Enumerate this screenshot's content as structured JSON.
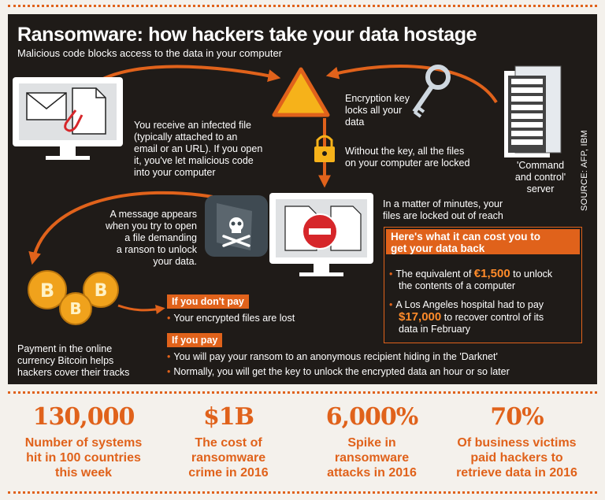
{
  "title": "Ransomware: how hackers take your data hostage",
  "subtitle": "Malicious code blocks access to the data in your computer",
  "source": "SOURCE: AFP, IBM",
  "steps": {
    "infected_file": [
      "You receive an infected file",
      "(typically attached to an",
      "email or an URL). If you open",
      "it, you've let malicious code",
      "into your computer"
    ],
    "encryption_key": [
      "Encryption key",
      "locks all your",
      "data"
    ],
    "without_key": [
      "Without the key, all the files",
      "on your computer are locked"
    ],
    "server": [
      "'Command",
      "and control'",
      "server"
    ],
    "message": [
      "A message appears",
      "when you try to open",
      "a file demanding",
      "a ranson to unlock",
      "your data."
    ],
    "locked": [
      "In a matter of minutes, your",
      "files are locked out of reach"
    ],
    "bitcoin": [
      "Payment in the online",
      "currency Bitcoin helps",
      "hackers cover their tracks"
    ]
  },
  "cost": {
    "header": [
      "Here's what it can cost you to",
      "get your data back"
    ],
    "item1_pre": "The equivalent of",
    "item1_amount": "€1,500",
    "item1_post": "to unlock",
    "item1_line2": "the contents of a computer",
    "item2_line1": "A Los Angeles hospital had to pay",
    "item2_amount": "$17,000",
    "item2_post": "to recover control of its",
    "item2_line3": "data in February"
  },
  "dont_pay": {
    "label": "If you don't pay",
    "item": "Your encrypted files are lost"
  },
  "pay": {
    "label": "If you pay",
    "items": [
      "You will pay your ransom to an anonymous recipient hiding in the 'Darknet'",
      "Normally, you will get the key to unlock the encrypted data an hour or so later"
    ]
  },
  "stats": [
    {
      "number": "130,000",
      "label": [
        "Number of systems",
        "hit in 100 countries",
        "this week"
      ]
    },
    {
      "number": "$1B",
      "label": [
        "The cost of",
        "ransomware",
        "crime in 2016"
      ]
    },
    {
      "number": "6,000%",
      "label": [
        "Spike in",
        "ransomware",
        "attacks in 2016"
      ]
    },
    {
      "number": "70%",
      "label": [
        "Of business victims",
        "paid hackers to",
        "retrieve data in 2016"
      ]
    }
  ],
  "colors": {
    "accent": "#e0621b",
    "panel": "#1f1b18",
    "background": "#f4f1ec",
    "warning_yellow": "#f6b21a",
    "stop_red": "#d6262a",
    "coin_gold": "#f0a21c"
  },
  "icons": [
    "computer-monitor-icon",
    "envelope-icon",
    "document-icon",
    "paperclip-icon",
    "warning-triangle-icon",
    "key-icon",
    "padlock-icon",
    "server-rack-icon",
    "skull-crossbones-icon",
    "stop-sign-icon",
    "bitcoin-icon"
  ]
}
